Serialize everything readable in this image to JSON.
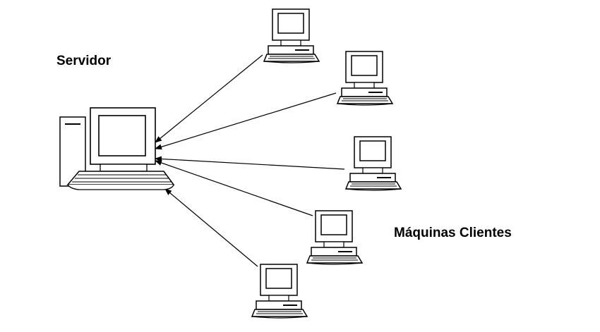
{
  "labels": {
    "server": "Servidor",
    "clients": "Máquinas Clientes"
  },
  "colors": {
    "stroke": "#000000",
    "fill": "#ffffff",
    "background": "#ffffff"
  },
  "nodes": {
    "server": {
      "type": "server-computer",
      "icon": "desktop-tower-icon"
    },
    "clients": [
      {
        "id": "client-1",
        "icon": "computer-icon"
      },
      {
        "id": "client-2",
        "icon": "computer-icon"
      },
      {
        "id": "client-3",
        "icon": "computer-icon"
      },
      {
        "id": "client-4",
        "icon": "computer-icon"
      },
      {
        "id": "client-5",
        "icon": "computer-icon"
      }
    ]
  },
  "edges": [
    {
      "from": "client-1",
      "to": "server",
      "arrow": "to"
    },
    {
      "from": "client-2",
      "to": "server",
      "arrow": "to"
    },
    {
      "from": "client-3",
      "to": "server",
      "arrow": "to"
    },
    {
      "from": "client-4",
      "to": "server",
      "arrow": "to"
    },
    {
      "from": "client-5",
      "to": "server",
      "arrow": "to"
    }
  ]
}
